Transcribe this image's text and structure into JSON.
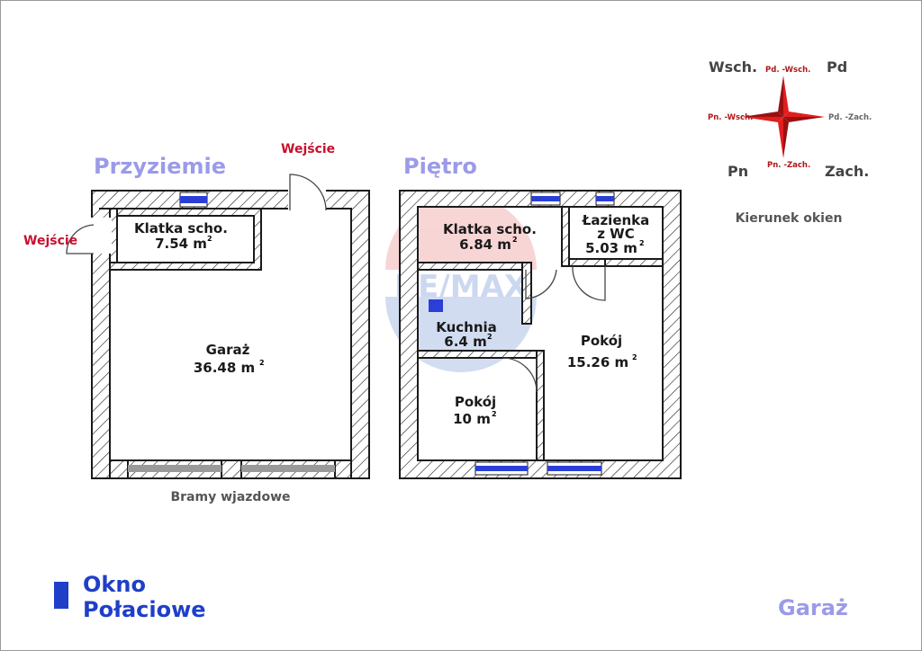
{
  "floors": {
    "ground": {
      "title": "Przyziemie",
      "entrance_top": "Wejście",
      "entrance_left": "Wejście",
      "stair_name": "Klatka scho.",
      "stair_area": "7.54 m",
      "garage_name": "Garaż",
      "garage_area": "36.48 m",
      "gates": "Bramy wjazdowe"
    },
    "upper": {
      "title": "Piętro",
      "stair_name": "Klatka scho.",
      "stair_area": "6.84 m",
      "bath_name_1": "Łazienka",
      "bath_name_2": "z WC",
      "bath_area": "5.03 m",
      "kitchen_name": "Kuchnia",
      "kitchen_area": "6.4 m",
      "room_small_name": "Pokój",
      "room_small_area": "10 m",
      "room_big_name": "Pokój",
      "room_big_area": "15.26 m"
    }
  },
  "squared": "2",
  "compass": {
    "n": "Pn",
    "s": "Pd",
    "e": "Wsch.",
    "w": "Zach.",
    "ne": "Pn. -Wsch.",
    "nw": "Pn. -Zach.",
    "se": "Pd. -Wsch.",
    "sw": "Pd. -Zach.",
    "caption": "Kierunek okien"
  },
  "watermark": "RE/MAX",
  "legend": {
    "label_line1": "Okno",
    "label_line2": "Połaciowe",
    "garage_label": "Garaż"
  },
  "colors": {
    "window_blue": "#2b3fd6",
    "title_lavender": "#9b9be8",
    "entrance_red": "#c8102e"
  }
}
